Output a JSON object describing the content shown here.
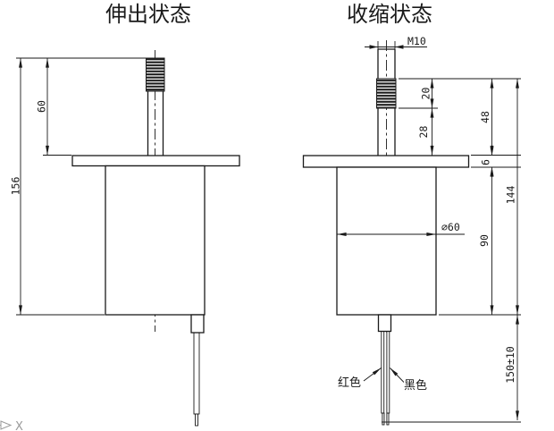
{
  "page": {
    "background": "#ffffff",
    "line_color": "#1a1a1a",
    "axis_color": "#9a9a9a"
  },
  "drawing": {
    "type": "engineering-two-view-drawing",
    "views": {
      "extended": {
        "title": "伸出状态",
        "dims": {
          "rod_length": "60",
          "total_height": "156"
        }
      },
      "retracted": {
        "title": "收缩状态",
        "dims": {
          "thread_spec": "M10",
          "thread_length": "20",
          "rod_below_thread": "28",
          "rod_above_flange": "48",
          "flange_thickness": "6",
          "overall_height": "144",
          "body_height": "90",
          "body_diameter": "∅60",
          "wire_length": "150±10"
        },
        "wires": {
          "red_label": "红色",
          "black_label": "黑色"
        }
      }
    },
    "axis_indicator": {
      "label": "X"
    }
  }
}
